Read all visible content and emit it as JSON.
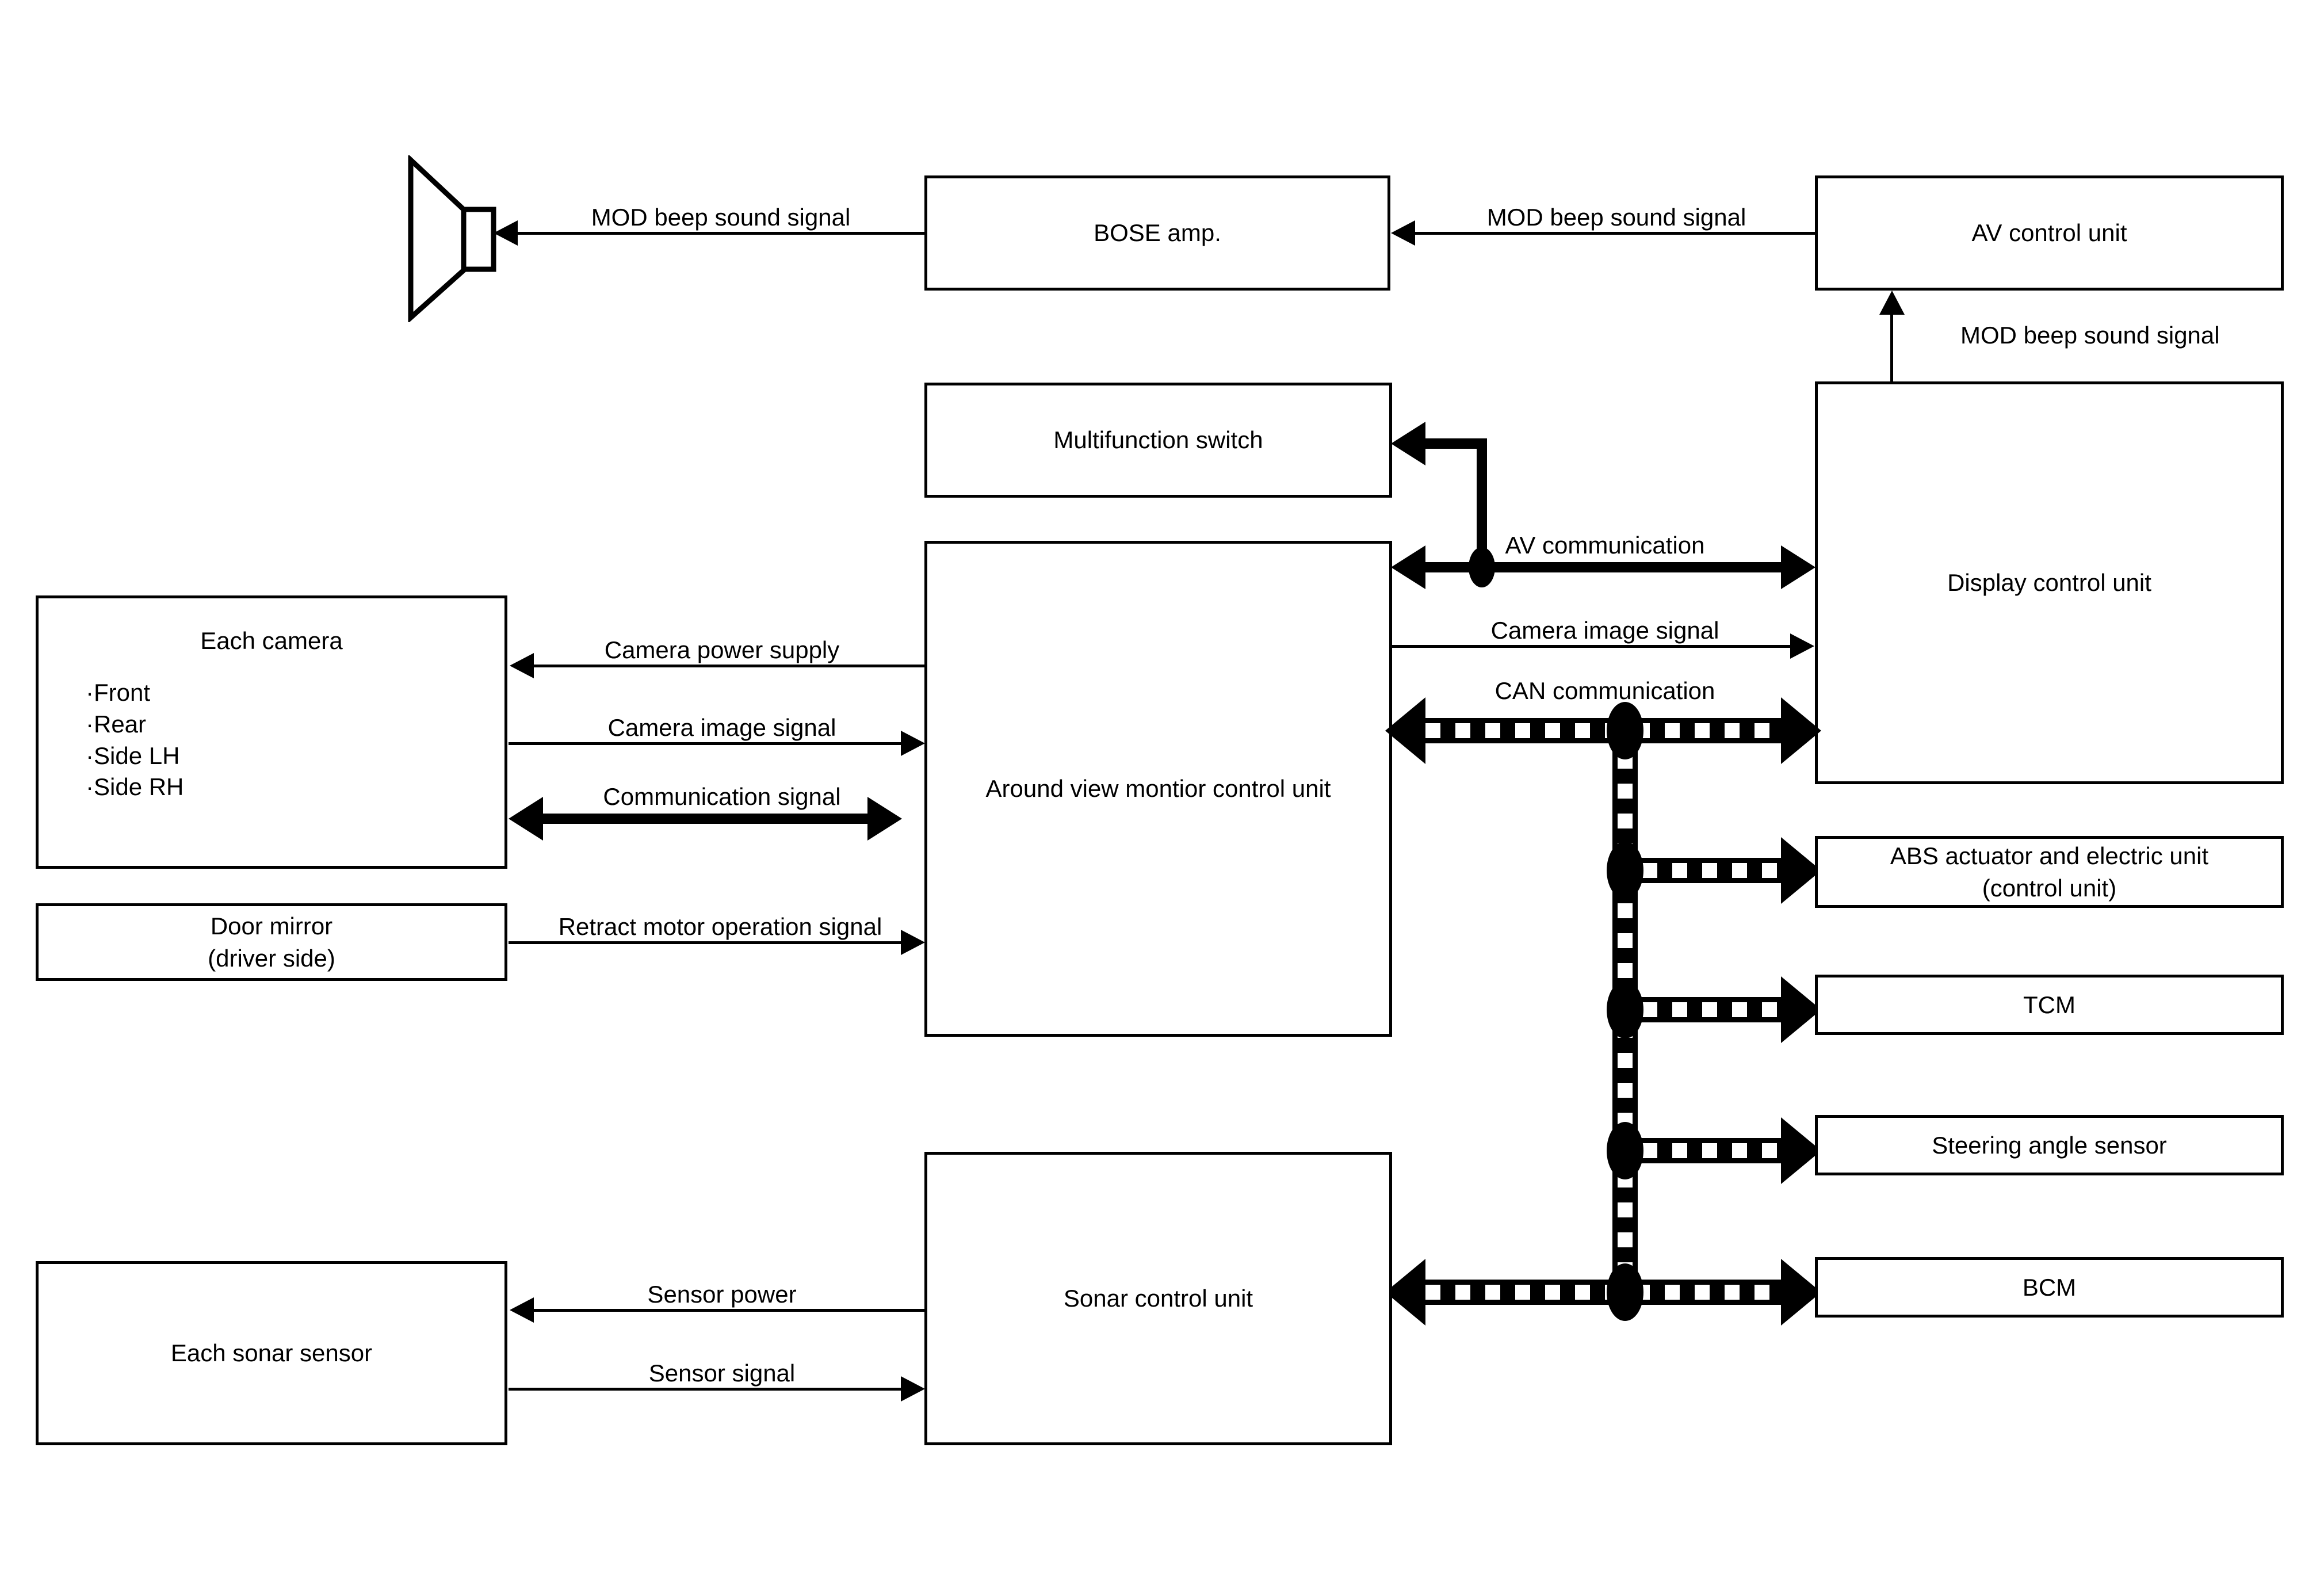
{
  "diagram": {
    "title": "Around view monitor system wiring / signal diagram",
    "nodes": {
      "speaker": "speaker-icon",
      "bose_amp": "BOSE amp.",
      "av_control_unit": "AV control unit",
      "multifunction_switch": "Multifunction switch",
      "display_control_unit": "Display control unit",
      "avm_control_unit": "Around view montior control unit",
      "each_camera_title": "Each camera",
      "each_camera_items": [
        "·Front",
        "·Rear",
        "·Side LH",
        "·Side RH"
      ],
      "door_mirror_line1": "Door mirror",
      "door_mirror_line2": "(driver side)",
      "abs_line1": "ABS actuator and electric unit",
      "abs_line2": "(control unit)",
      "tcm": "TCM",
      "steering_angle_sensor": "Steering angle sensor",
      "bcm": "BCM",
      "sonar_control_unit": "Sonar control unit",
      "each_sonar_sensor": "Each sonar sensor"
    },
    "signals": {
      "mod_beep_to_speaker": "MOD beep sound signal",
      "mod_beep_av_to_bose": "MOD beep sound signal",
      "mod_beep_display_to_av": "MOD beep sound signal",
      "av_communication": "AV communication",
      "camera_image_signal_to_display": "Camera image signal",
      "can_communication": "CAN communication",
      "camera_power_supply": "Camera power supply",
      "camera_image_signal": "Camera image signal",
      "communication_signal": "Communication signal",
      "retract_motor_operation_signal": "Retract motor operation signal",
      "sensor_power": "Sensor power",
      "sensor_signal": "Sensor signal"
    },
    "colors": {
      "line": "#000000",
      "background": "#ffffff",
      "box_fill": "#ffffff"
    }
  }
}
